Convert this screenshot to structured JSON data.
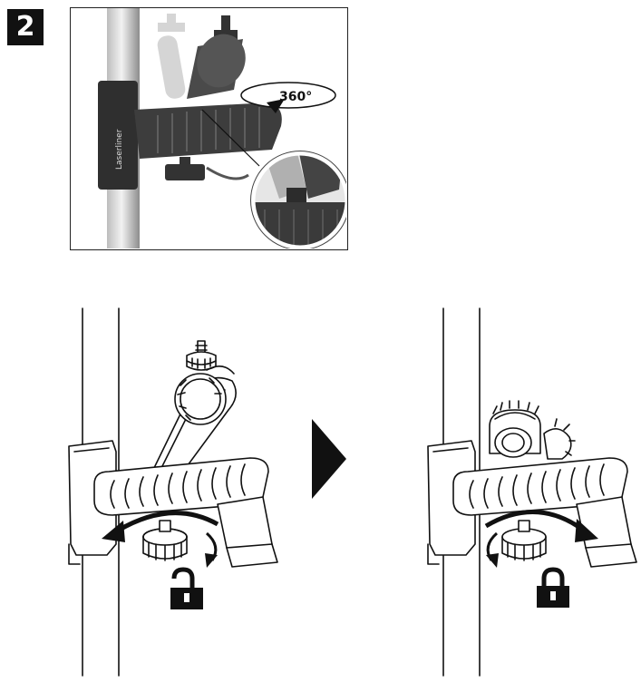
{
  "step": {
    "number": "2"
  },
  "photo": {
    "brand": "Laserliner",
    "rotation_label": "360°"
  },
  "lock_states": {
    "left": "unlocked-padlock-icon",
    "right": "locked-padlock-icon"
  },
  "colors": {
    "ink": "#111111",
    "photo_dark": "#3a3a3a",
    "photo_mid": "#8a8a8a",
    "photo_light": "#cfcfcf",
    "outline": "#222222"
  }
}
